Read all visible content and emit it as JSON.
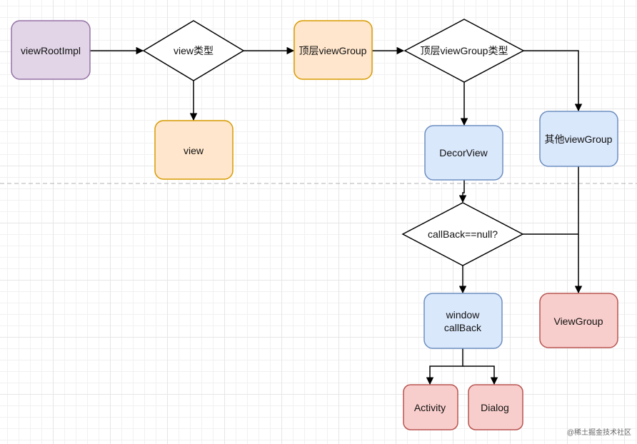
{
  "colors": {
    "purple_fill": "#e1d5e7",
    "purple_stroke": "#9673a6",
    "orange_fill": "#ffe6cc",
    "orange_stroke": "#d79b00",
    "blue_fill": "#dae8fc",
    "blue_stroke": "#6c8ebf",
    "red_fill": "#f8cecc",
    "red_stroke": "#b85450",
    "edge": "#000000",
    "divider": "#b3b3b3"
  },
  "nodes": {
    "view_root_impl": "viewRootImpl",
    "view_type": "view类型",
    "view": "view",
    "top_view_group": "顶层viewGroup",
    "top_view_group_type": "顶层viewGroup类型",
    "decor_view": "DecorView",
    "other_view_group": "其他viewGroup",
    "callback_null": "callBack==null?",
    "window_callback_line1": "window",
    "window_callback_line2": "callBack",
    "view_group": "ViewGroup",
    "activity": "Activity",
    "dialog": "Dialog"
  },
  "watermark": "@稀土掘金技术社区"
}
